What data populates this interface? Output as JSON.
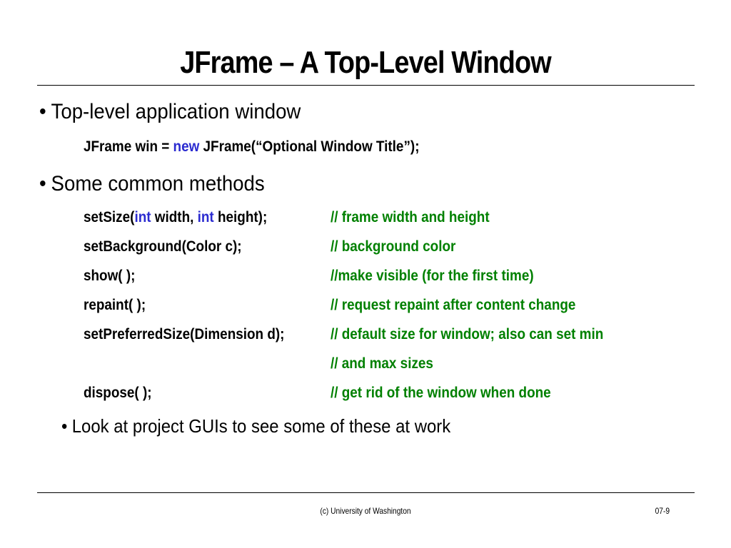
{
  "title": "JFrame – A Top-Level Window",
  "bullets": {
    "b1": "Top-level application window",
    "b2": "Some common methods",
    "b3": "Look at project GUIs to see some of these at work",
    "marker": "•"
  },
  "constructor_line": {
    "before": "JFrame win = ",
    "keyword": "new",
    "after": " JFrame(“Optional Window Title”);"
  },
  "methods": [
    {
      "parts": [
        {
          "t": "setSize(",
          "k": false
        },
        {
          "t": "int",
          "k": true
        },
        {
          "t": " width, ",
          "k": false
        },
        {
          "t": "int",
          "k": true
        },
        {
          "t": " height);",
          "k": false
        }
      ],
      "comment": "// frame width and height"
    },
    {
      "parts": [
        {
          "t": "setBackground(Color c);",
          "k": false
        }
      ],
      "comment": "// background color"
    },
    {
      "parts": [
        {
          "t": "show( );",
          "k": false
        }
      ],
      "comment": "//make visible (for the first time)"
    },
    {
      "parts": [
        {
          "t": "repaint( );",
          "k": false
        }
      ],
      "comment": "// request repaint after content change"
    },
    {
      "parts": [
        {
          "t": "setPreferredSize(Dimension d);",
          "k": false
        }
      ],
      "comment": "// default size for window; also can set min"
    },
    {
      "parts": [],
      "comment": "// and max sizes"
    },
    {
      "parts": [
        {
          "t": "dispose( );",
          "k": false
        }
      ],
      "comment": "// get rid of the window when done"
    }
  ],
  "footer": {
    "center": "(c)  University of Washington",
    "page": "07-9"
  },
  "colors": {
    "keyword": "#2b2bd0",
    "comment": "#008000",
    "text": "#000000"
  }
}
